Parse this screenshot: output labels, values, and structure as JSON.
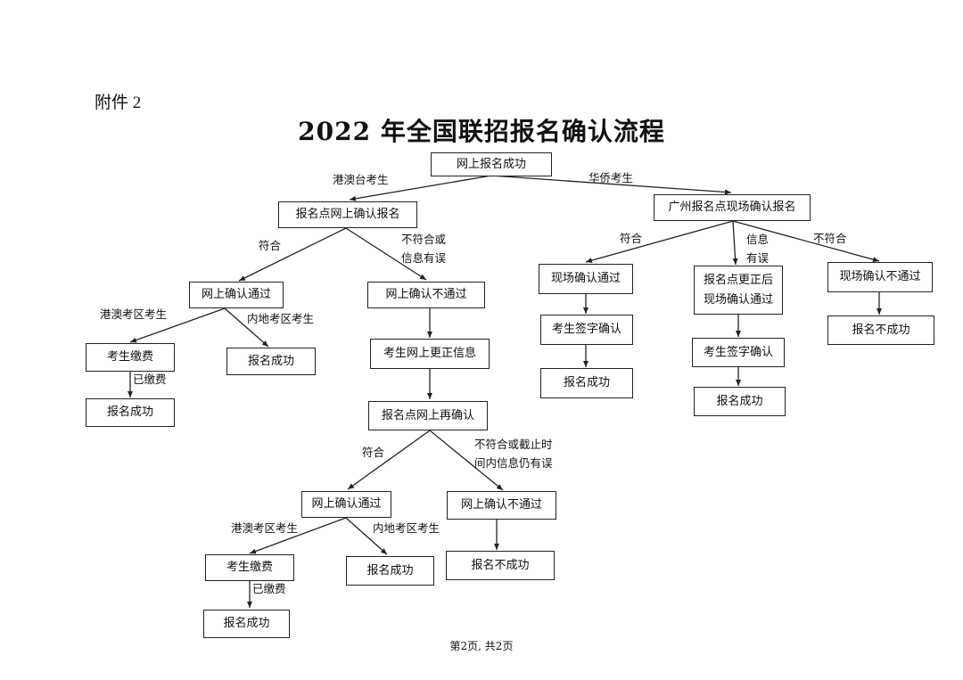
{
  "header": {
    "attachment": "附件 2",
    "title": "2022 年全国联招报名确认流程"
  },
  "boxes": {
    "online_success": "网上报名成功",
    "site_online_confirm": "报名点网上确认报名",
    "gz_onsite_confirm": "广州报名点现场确认报名",
    "online_pass_1": "网上确认通过",
    "online_fail_1": "网上确认不通过",
    "pay_1": "考生缴费",
    "success_1": "报名成功",
    "success_2": "报名成功",
    "correct_info": "考生网上更正信息",
    "reconfirm": "报名点网上再确认",
    "online_pass_2": "网上确认通过",
    "online_fail_2": "网上确认不通过",
    "pay_2": "考生缴费",
    "success_3": "报名成功",
    "success_4": "报名成功",
    "fail_1": "报名不成功",
    "onsite_pass": "现场确认通过",
    "corrected_pass": "报名点更正后\n现场确认通过",
    "onsite_fail": "现场确认不通过",
    "sign_1": "考生签字确认",
    "sign_2": "考生签字确认",
    "success_5": "报名成功",
    "success_6": "报名成功",
    "fail_2": "报名不成功"
  },
  "labels": {
    "hk_macau_tw": "港澳台考生",
    "overseas_chinese": "华侨考生",
    "meets_1": "符合",
    "not_meets_1": "不符合或\n信息有误",
    "hk_macau_area_1": "港澳考区考生",
    "mainland_area_1": "内地考区考生",
    "paid_1": "已缴费",
    "meets_2": "符合",
    "not_meets_deadline": "不符合或截止时\n间内信息仍有误",
    "hk_macau_area_2": "港澳考区考生",
    "mainland_area_2": "内地考区考生",
    "paid_2": "已缴费",
    "meets_3": "符合",
    "info_error": "信息\n有误",
    "not_meets_3": "不符合"
  },
  "footer": "第2页, 共2页"
}
